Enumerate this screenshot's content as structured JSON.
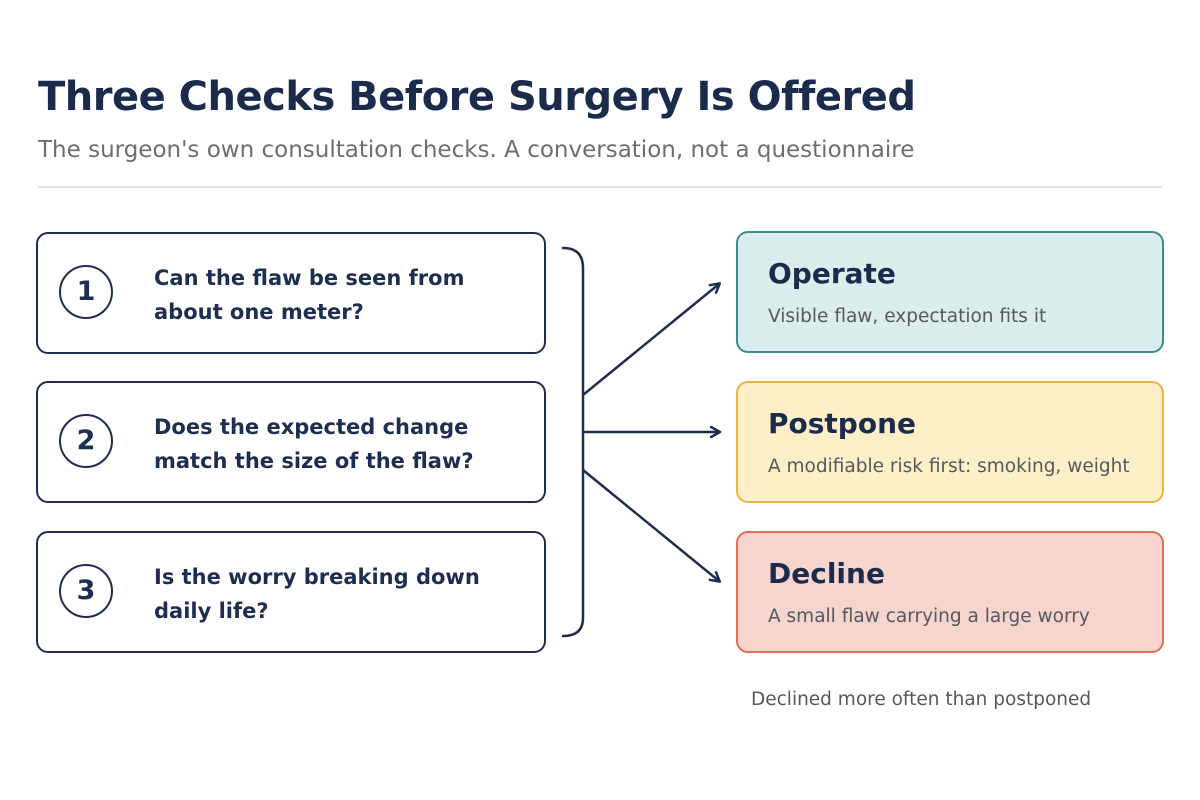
{
  "header": {
    "title": "Three Checks Before Surgery Is Offered",
    "subtitle": "The surgeon's own consultation checks. A conversation, not a questionnaire"
  },
  "checks": [
    {
      "number": "1",
      "text": "Can the flaw be seen from about one meter?"
    },
    {
      "number": "2",
      "text": "Does the expected change match the size of the flaw?"
    },
    {
      "number": "3",
      "text": "Is the worry breaking down daily life?"
    }
  ],
  "outcomes": [
    {
      "title": "Operate",
      "description": "Visible flaw, expectation fits it",
      "color": "#3e8c8a"
    },
    {
      "title": "Postpone",
      "description": "A modifiable risk first: smoking, weight",
      "color": "#e8b54a"
    },
    {
      "title": "Decline",
      "description": "A small flaw carrying a large worry",
      "color": "#df6f57"
    }
  ],
  "footnote": "Declined more often than postponed",
  "colors": {
    "ink": "#1d2e50",
    "muted": "#6b6e73",
    "divider": "#dfe2e6"
  }
}
